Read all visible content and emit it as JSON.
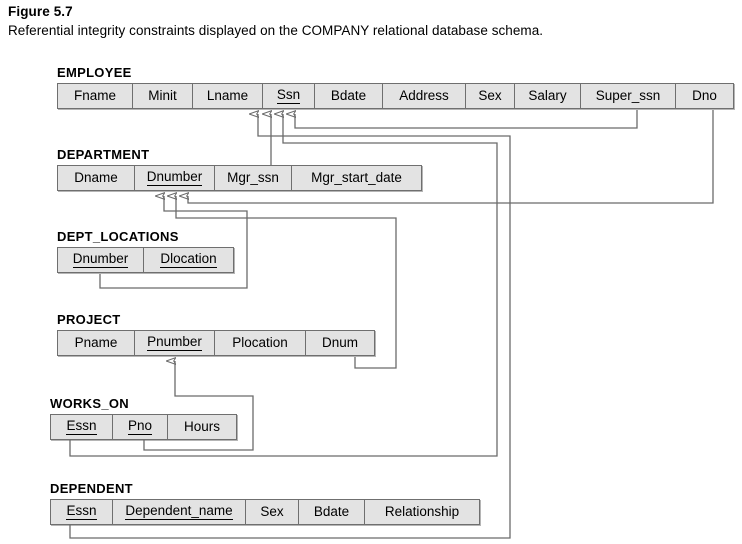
{
  "figure": {
    "label": "Figure 5.7",
    "caption": "Referential integrity constraints displayed on the COMPANY relational database schema."
  },
  "relations": [
    {
      "name": "EMPLOYEE",
      "attributes": [
        {
          "label": "Fname",
          "pk": false
        },
        {
          "label": "Minit",
          "pk": false
        },
        {
          "label": "Lname",
          "pk": false
        },
        {
          "label": "Ssn",
          "pk": true
        },
        {
          "label": "Bdate",
          "pk": false
        },
        {
          "label": "Address",
          "pk": false
        },
        {
          "label": "Sex",
          "pk": false
        },
        {
          "label": "Salary",
          "pk": false
        },
        {
          "label": "Super_ssn",
          "pk": false
        },
        {
          "label": "Dno",
          "pk": false
        }
      ]
    },
    {
      "name": "DEPARTMENT",
      "attributes": [
        {
          "label": "Dname",
          "pk": false
        },
        {
          "label": "Dnumber",
          "pk": true
        },
        {
          "label": "Mgr_ssn",
          "pk": false
        },
        {
          "label": "Mgr_start_date",
          "pk": false
        }
      ]
    },
    {
      "name": "DEPT_LOCATIONS",
      "attributes": [
        {
          "label": "Dnumber",
          "pk": true
        },
        {
          "label": "Dlocation",
          "pk": true
        }
      ]
    },
    {
      "name": "PROJECT",
      "attributes": [
        {
          "label": "Pname",
          "pk": false
        },
        {
          "label": "Pnumber",
          "pk": true
        },
        {
          "label": "Plocation",
          "pk": false
        },
        {
          "label": "Dnum",
          "pk": false
        }
      ]
    },
    {
      "name": "WORKS_ON",
      "attributes": [
        {
          "label": "Essn",
          "pk": true
        },
        {
          "label": "Pno",
          "pk": true
        },
        {
          "label": "Hours",
          "pk": false
        }
      ]
    },
    {
      "name": "DEPENDENT",
      "attributes": [
        {
          "label": "Essn",
          "pk": true
        },
        {
          "label": "Dependent_name",
          "pk": true
        },
        {
          "label": "Sex",
          "pk": false
        },
        {
          "label": "Bdate",
          "pk": false
        },
        {
          "label": "Relationship",
          "pk": false
        }
      ]
    }
  ],
  "foreign_keys": [
    {
      "from_relation": "EMPLOYEE",
      "from_attribute": "Super_ssn",
      "to_relation": "EMPLOYEE",
      "to_attribute": "Ssn"
    },
    {
      "from_relation": "EMPLOYEE",
      "from_attribute": "Dno",
      "to_relation": "DEPARTMENT",
      "to_attribute": "Dnumber"
    },
    {
      "from_relation": "DEPARTMENT",
      "from_attribute": "Mgr_ssn",
      "to_relation": "EMPLOYEE",
      "to_attribute": "Ssn"
    },
    {
      "from_relation": "DEPT_LOCATIONS",
      "from_attribute": "Dnumber",
      "to_relation": "DEPARTMENT",
      "to_attribute": "Dnumber"
    },
    {
      "from_relation": "PROJECT",
      "from_attribute": "Dnum",
      "to_relation": "DEPARTMENT",
      "to_attribute": "Dnumber"
    },
    {
      "from_relation": "WORKS_ON",
      "from_attribute": "Essn",
      "to_relation": "EMPLOYEE",
      "to_attribute": "Ssn"
    },
    {
      "from_relation": "WORKS_ON",
      "from_attribute": "Pno",
      "to_relation": "PROJECT",
      "to_attribute": "Pnumber"
    },
    {
      "from_relation": "DEPENDENT",
      "from_attribute": "Essn",
      "to_relation": "EMPLOYEE",
      "to_attribute": "Ssn"
    }
  ],
  "colors": {
    "cell_fill": "#e3e3e3",
    "cell_border": "#6f6f6f",
    "connector": "#6b6b6b",
    "text": "#000000",
    "background": "#ffffff"
  }
}
